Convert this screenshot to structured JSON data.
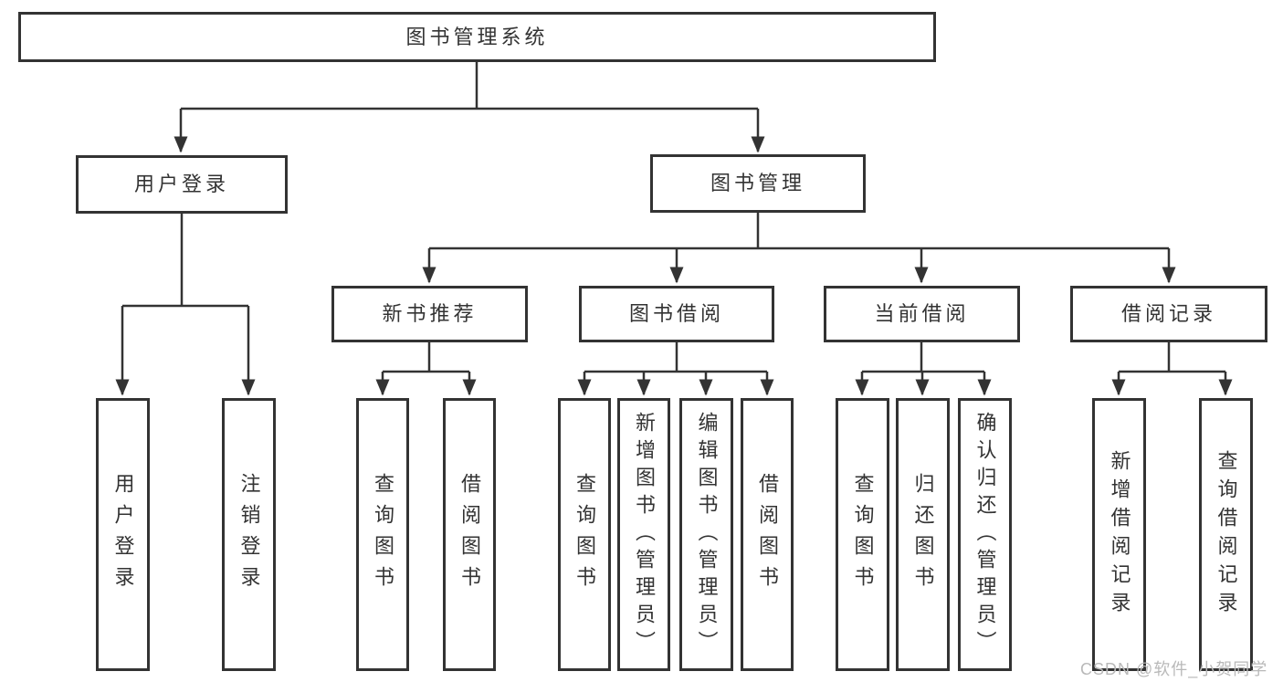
{
  "diagram": {
    "title": "图书管理系统",
    "level2": [
      {
        "label": "用户登录"
      },
      {
        "label": "图书管理"
      }
    ],
    "level3": [
      {
        "label": "新书推荐"
      },
      {
        "label": "图书借阅"
      },
      {
        "label": "当前借阅"
      },
      {
        "label": "借阅记录"
      }
    ],
    "level4": {
      "user_login": [
        "用户登录",
        "注销登录"
      ],
      "new_books": [
        "查询图书",
        "借阅图书"
      ],
      "borrowing": [
        "查询图书",
        "新增图书（管理员）",
        "编辑图书（管理员）",
        "借阅图书"
      ],
      "current": [
        "查询图书",
        "归还图书",
        "确认归还（管理员）"
      ],
      "records": [
        "新增借阅记录",
        "查询借阅记录"
      ]
    }
  },
  "watermark": "CSDN @软件_小贺同学",
  "colors": {
    "line": "#333333",
    "text": "#333333",
    "watermark": "#b9b9b9",
    "background": "#ffffff"
  }
}
